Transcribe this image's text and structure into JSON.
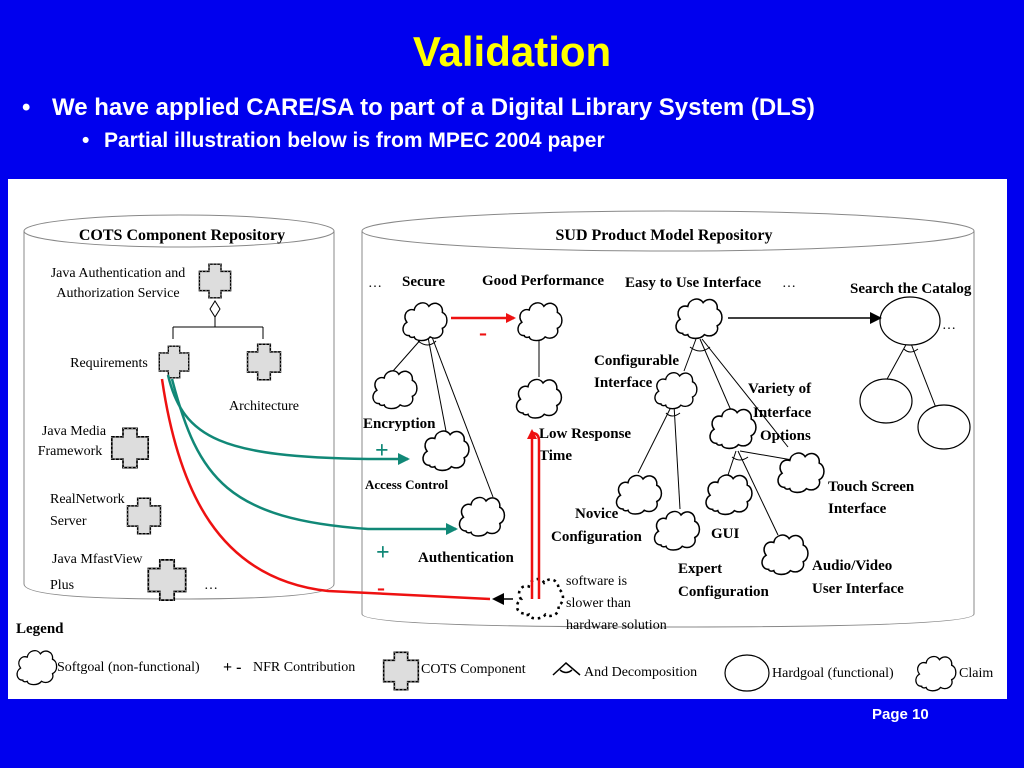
{
  "title": "Validation",
  "bullets": {
    "level1": "We have applied CARE/SA to part of a Digital Library System (DLS)",
    "level2": "Partial illustration below is from MPEC 2004 paper"
  },
  "footer": {
    "page": "Page 10"
  },
  "diagram": {
    "cots_repo": {
      "title": "COTS Component Repository",
      "java_auth_l1": "Java Authentication and",
      "java_auth_l2": "Authorization Service",
      "requirements": "Requirements",
      "architecture": "Architecture",
      "java_media_l1": "Java Media",
      "java_media_l2": "Framework",
      "realnetwork_l1": "RealNetwork",
      "realnetwork_l2": "Server",
      "mfast_l1": "Java MfastView",
      "mfast_l2": "Plus",
      "ellipsis": "…"
    },
    "sud_repo": {
      "title": "SUD Product Model Repository",
      "ellipsis": "…",
      "secure": "Secure",
      "good_performance": "Good Performance",
      "easy_to_use": "Easy to Use Interface",
      "search_catalog": "Search the Catalog",
      "encryption": "Encryption",
      "access_control": "Access  Control",
      "authentication": "Authentication",
      "low_response_l1": "Low Response",
      "low_response_l2": "Time",
      "configurable_l1": "Configurable",
      "configurable_l2": "Interface",
      "variety_l1": "Variety of",
      "variety_l2": "Interface",
      "variety_l3": "Options",
      "touch_l1": "Touch Screen",
      "touch_l2": "Interface",
      "novice_l1": "Novice",
      "novice_l2": "Configuration",
      "gui": "GUI",
      "expert_l1": "Expert",
      "expert_l2": "Configuration",
      "audio_l1": "Audio/Video",
      "audio_l2": "User Interface",
      "claim_l1": "software is",
      "claim_l2": "slower than",
      "claim_l3": "hardware solution",
      "plus": "+",
      "minus": "-"
    },
    "legend": {
      "title": "Legend",
      "softgoal": "Softgoal (non-functional)",
      "nfr_signs": "+ -",
      "nfr": "NFR Contribution",
      "cots": "COTS Component",
      "and_decomp": "And Decomposition",
      "hardgoal": "Hardgoal (functional)",
      "claim": "Claim"
    },
    "colors": {
      "negative": "#ee1111",
      "positive": "#118877"
    }
  }
}
